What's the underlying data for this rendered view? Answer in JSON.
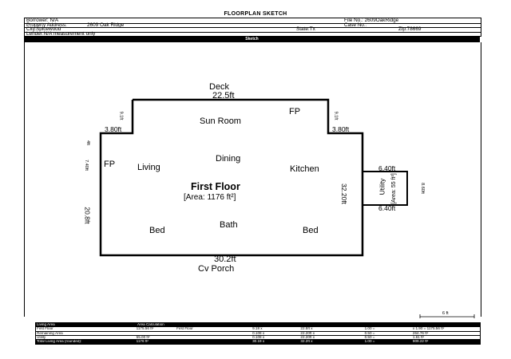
{
  "doc_title": "FLOORPLAN SKETCH",
  "header": {
    "borrower": "Borrower: N/A",
    "property_address_label": "Property Address:",
    "property_address_value": "2609 Oak Ridge",
    "city_label": "City:",
    "city_value": "Spicewood",
    "lender": "Lender:N/A measurement only",
    "file_no": "File No.: 2609OakRidge",
    "case_no": "Case No.:",
    "state": "State:Tx",
    "zip": "Zip:78669"
  },
  "sketch_label": "Sketch",
  "plan": {
    "deck": "Deck",
    "top_dim": "22.5ft",
    "sun_room": "Sun Room",
    "fp_top": "FP",
    "fp_left": "FP",
    "left_notch": "3.80ft",
    "right_notch": "3.80ft",
    "left_vert_top": "9.1ft",
    "right_vert_top": "9.1ft",
    "left_small": "4ft",
    "left_740": "7.40ft",
    "dining": "Dining",
    "living": "Living",
    "kitchen": "Kitchen",
    "first_floor": "First Floor",
    "area": "[Area: 1176 ft²]",
    "right_dim": "32.20ft",
    "left_dim": "20.8ft",
    "bath": "Bath",
    "bed_left": "Bed",
    "bed_right": "Bed",
    "bottom_dim": "30.2ft",
    "cv_porch": "Cv Porch",
    "utility_top": "6.40ft",
    "utility_bottom": "6.40ft",
    "utility_label": "Utility",
    "utility_area": "[Area: 55 ft²]",
    "utility_side": "8.60ft",
    "scale": "6 ft"
  },
  "area_table": {
    "headers": [
      "Living Area",
      "Area Calculation"
    ],
    "rows": [
      [
        "First Floor",
        "1175.56 ft²",
        "First Floor",
        "9.18 x",
        "22.5ft x",
        "1.00 =",
        "x 1.90 = 1175.56 ft²"
      ],
      [
        "Remaining Area",
        "",
        "",
        "0.108 x",
        "22.20ft x",
        "0.50 =",
        "264.76 ft²"
      ],
      [
        "Utility",
        "55.00 ft²",
        "",
        "0.108 x",
        "22.20ft x",
        "0.50 =",
        "1.61 ft²"
      ],
      [
        "Total Living Area (rounded):",
        "1176 ft²",
        "",
        "30.19 x",
        "32.2ft x",
        "1.00 =",
        "909.22 ft²"
      ]
    ]
  }
}
